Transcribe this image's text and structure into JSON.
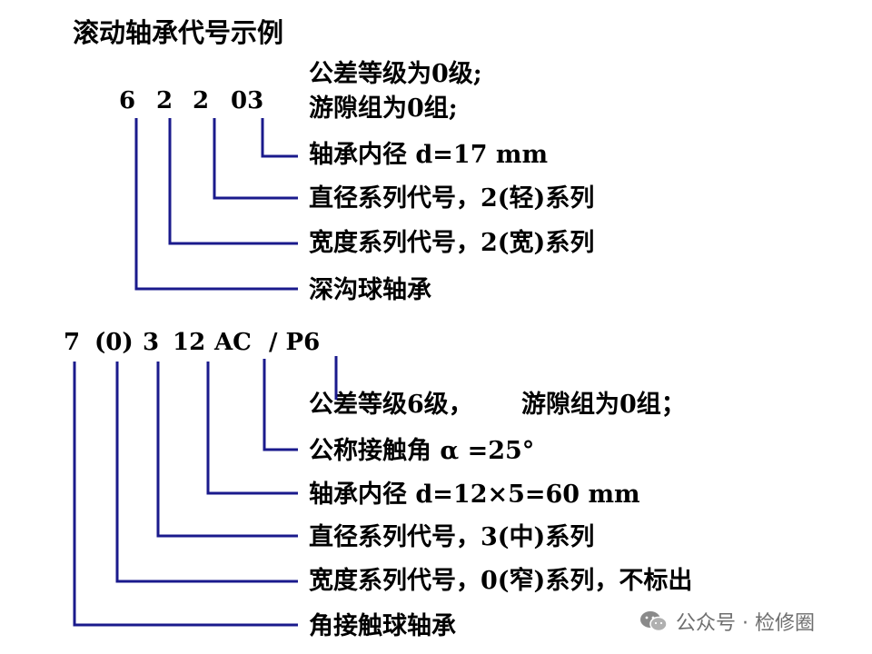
{
  "title": "滚动轴承代号示例",
  "example1": {
    "code_parts": [
      "6",
      "2",
      "2",
      "03"
    ],
    "note_lines": [
      "公差等级为0级;",
      "游隙组为0组;"
    ],
    "labels": [
      "轴承内径 d=17 mm",
      "直径系列代号，2(轻)系列",
      "宽度系列代号，2(宽)系列",
      "深沟球轴承"
    ]
  },
  "example2": {
    "code_parts": [
      "7",
      "(0)",
      "3",
      "12",
      "AC",
      "/ P6"
    ],
    "labels": {
      "tolerance": "公差等级6级，",
      "clearance": "游隙组为0组；",
      "contact_angle": "公称接触角 α =25°",
      "bore": "轴承内径 d=12×5=60 mm",
      "diameter_series": "直径系列代号，3(中)系列",
      "width_series": "宽度系列代号，0(窄)系列，不标出",
      "type": "角接触球轴承"
    }
  },
  "watermark": {
    "text": "公众号 · 检修圈",
    "icon": "wechat-icon"
  },
  "colors": {
    "line": "#1a1a8c",
    "text": "#000000",
    "watermark": "#6e6e6e"
  }
}
